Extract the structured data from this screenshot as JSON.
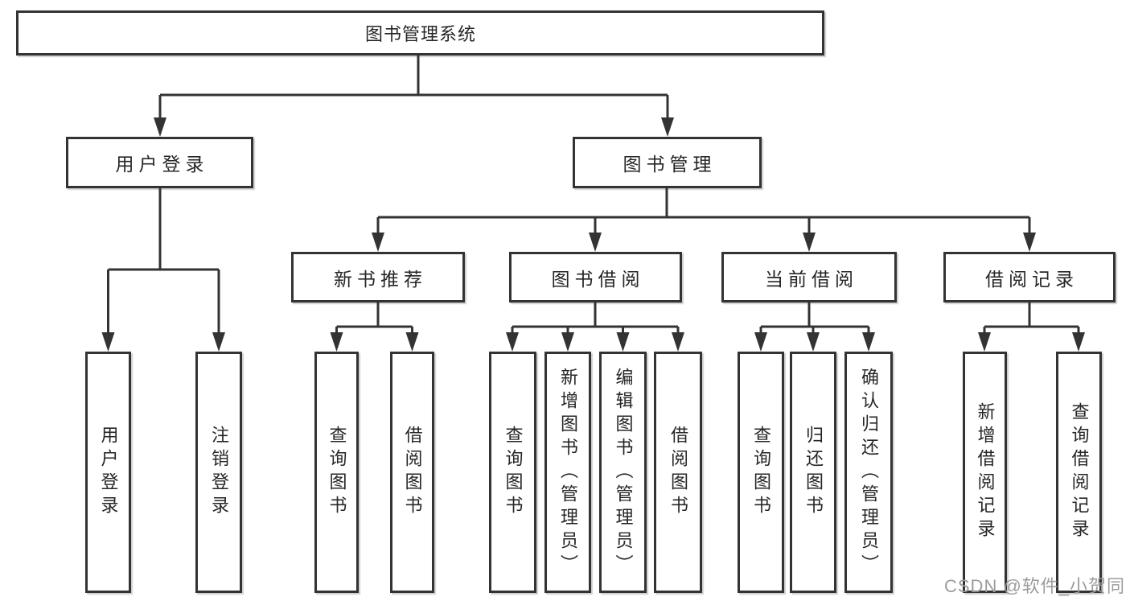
{
  "tree": {
    "root": "图书管理系统",
    "user_login": {
      "label": "用户登录",
      "children": [
        "用户登录",
        "注销登录"
      ]
    },
    "book_mgmt": {
      "label": "图书管理",
      "new_books": {
        "label": "新书推荐",
        "children": [
          "查询图书",
          "借阅图书"
        ]
      },
      "book_borrow": {
        "label": "图书借阅",
        "children": [
          "查询图书",
          "新增图书（管理员）",
          "编辑图书（管理员）",
          "借阅图书"
        ]
      },
      "current_borrow": {
        "label": "当前借阅",
        "children": [
          "查询图书",
          "归还图书",
          "确认归还（管理员）"
        ]
      },
      "borrow_records": {
        "label": "借阅记录",
        "children": [
          "新增借阅记录",
          "查询借阅记录"
        ]
      }
    }
  },
  "watermark": "CSDN @软件_小贺同学",
  "colors": {
    "line": "#333333",
    "box_border": "#333333",
    "text": "#262626",
    "watermark": "#9c9c9c",
    "background": "#ffffff"
  }
}
